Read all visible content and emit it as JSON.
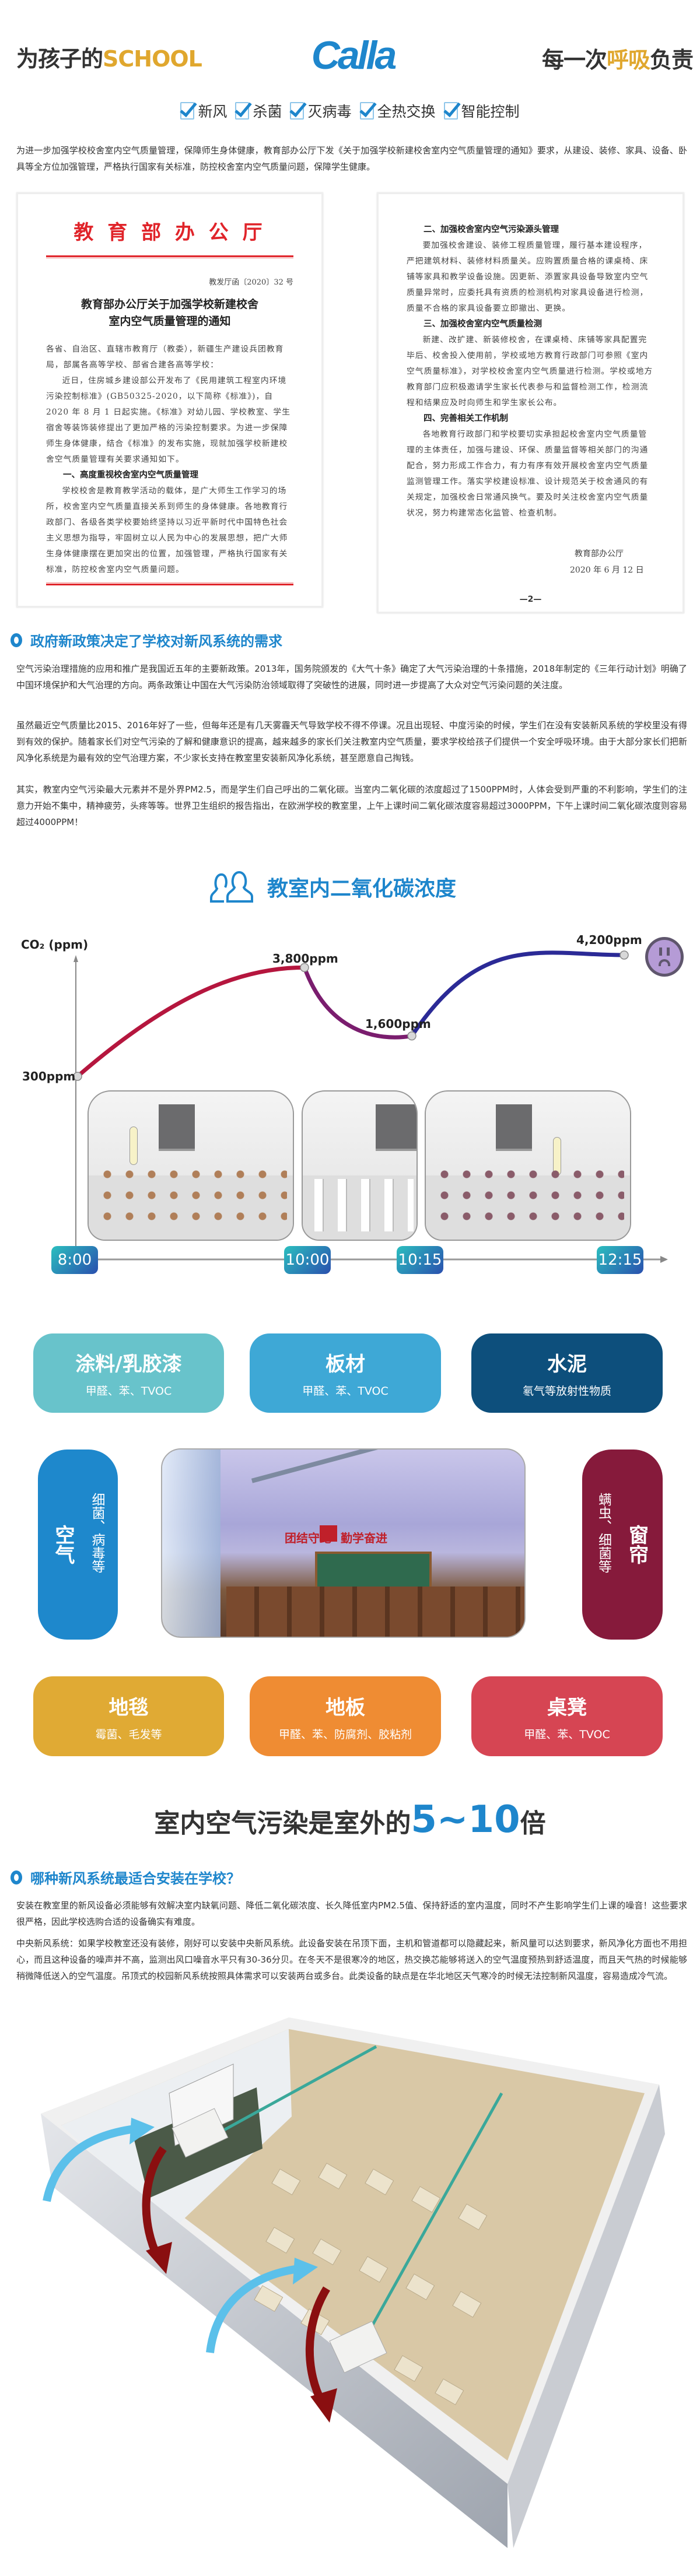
{
  "header": {
    "slogan_left_prefix": "为孩子的",
    "slogan_left_highlight": "SCHOOL",
    "logo": "Calla",
    "slogan_right_prefix": "每一次",
    "slogan_right_highlight": "呼吸",
    "slogan_right_suffix": "负责"
  },
  "features": [
    "新风",
    "杀菌",
    "灭病毒",
    "全热交换",
    "智能控制"
  ],
  "intro": "为进一步加强学校校舍室内空气质量管理，保障师生身体健康，教育部办公厅下发《关于加强学校新建校舍室内空气质量管理的通知》要求，从建设、装修、家具、设备、卧具等全方位加强管理，严格执行国家有关标准，防控校舍室内空气质量问题，保障学生健康。",
  "doc1": {
    "org": "教 育 部 办 公 厅",
    "number": "教发厅函〔2020〕32 号",
    "title1": "教育部办公厅关于加强学校新建校舍",
    "title2": "室内空气质量管理的通知",
    "addressee": "各省、自治区、直辖市教育厅（教委），新疆生产建设兵团教育局，部属各高等学校、部省合建各高等学校：",
    "p1": "近日，住房城乡建设部公开发布了《民用建筑工程室内环境污染控制标准》(GB50325-2020，以下简称《标准》)，自 2020 年 8 月 1 日起实施。《标准》对幼儿园、学校教室、学生宿舍等装饰装修提出了更加严格的污染控制要求。为进一步保障师生身体健康，结合《标准》的发布实施，现就加强学校新建校舍空气质量管理有关要求通知如下。",
    "h1": "一、高度重视校舍室内空气质量管理",
    "p2": "学校校舍是教育教学活动的载体，是广大师生工作学习的场所，校舍室内空气质量直接关系到师生的身体健康。各地教育行政部门、各级各类学校要始终坚持以习近平新时代中国特色社会主义思想为指导，牢固树立以人民为中心的发展思想，把广大师生身体健康摆在更加突出的位置，加强管理，严格执行国家有关标准，防控校舍室内空气质量问题。"
  },
  "doc2": {
    "h2": "二、加强校舍室内空气污染源头管理",
    "p3": "要加强校舍建设、装修工程质量管理，履行基本建设程序，严把建筑材料、装修材料质量关。应购置质量合格的课桌椅、床铺等家具和教学设备设施。因更新、添置家具设备导致室内空气质量异常时，应委托具有资质的检测机构对家具设备进行检测，质量不合格的家具设备要立即撤出、更换。",
    "h3": "三、加强校舍室内空气质量检测",
    "p4": "新建、改扩建、新装修校舍，在课桌椅、床铺等家具配置完毕后、校舍投入使用前，学校或地方教育行政部门可参照《室内空气质量标准》，对学校校舍室内空气质量进行检测。学校或地方教育部门应积极邀请学生家长代表参与和监督检测工作，检测流程和结果应及时向师生和学生家长公布。",
    "h4": "四、完善相关工作机制",
    "p5": "各地教育行政部门和学校要切实承担起校舍室内空气质量管理的主体责任，加强与建设、环保、质量监督等相关部门的沟通配合，努力形成工作合力，有力有序有效开展校舍室内空气质量监测管理工作。落实学校建设标准、设计规范关于校舍通风的有关规定，加强校舍日常通风换气。要及时关注校舍室内空气质量状况，努力构建常态化监管、检查机制。",
    "sign": "教育部办公厅",
    "date": "2020 年 6 月  12 日",
    "page": "—2—"
  },
  "section1": {
    "heading": "政府新政策决定了学校对新风系统的需求",
    "p1": "空气污染治理措施的应用和推广是我国近五年的主要新政策。2013年，国务院颁发的《大气十条》确定了大气污染治理的十条措施，2018年制定的《三年行动计划》明确了中国环境保护和大气治理的方向。两条政策让中国在大气污染防治领域取得了突破性的进展，同时进一步提高了大众对空气污染问题的关注度。",
    "p2": "虽然最近空气质量比2015、2016年好了一些，但每年还是有几天雾霾天气导致学校不得不停课。况且出现轻、中度污染的时候，学生们在没有安装新风系统的学校里没有得到有效的保护。随着家长们对空气污染的了解和健康意识的提高，越来越多的家长们关注教室内空气质量，要求学校给孩子们提供一个安全呼吸环境。由于大部分家长们把新风净化系统是为最有效的空气治理方案，不少家长支持在教室里安装新风净化系统，甚至愿意自己掏钱。",
    "p3": "其实，教室内空气污染最大元素并不是外界PM2.5，而是学生们自己呼出的二氧化碳。当室内二氧化碳的浓度超过了1500PPM时，人体会受到严重的不利影响，学生们的注意力开始不集中，精神疲劳，头疼等等。世界卫生组织的报告指出，在欧洲学校的教室里，上午上课时间二氧化碳浓度容易超过3000PPM，下午上课时间二氧化碳浓度则容易超过4000PPM！"
  },
  "chart_data": {
    "type": "line",
    "title": "教室内二氧化碳浓度",
    "ylabel": "CO₂ (ppm)",
    "xlabel": "",
    "categories": [
      "8:00",
      "10:00",
      "10:15",
      "12:15"
    ],
    "values": [
      300,
      3800,
      1600,
      4200
    ],
    "labels": [
      "300ppm",
      "3,800ppm",
      "1,600ppm",
      "4,200ppm"
    ],
    "ylim": [
      0,
      4500
    ],
    "colors": [
      "#e0141e",
      "#b5163e",
      "#7a1d6e",
      "#2b2a96"
    ],
    "end_marker": "sad-face"
  },
  "sources_top": [
    {
      "title": "涂料/乳胶漆",
      "sub": "甲醛、苯、TVOC",
      "color": "#68c3cb"
    },
    {
      "title": "板材",
      "sub": "甲醛、苯、TVOC",
      "color": "#3ea8d6"
    },
    {
      "title": "水泥",
      "sub": "氡气等放射性物质",
      "color": "#0d4f7c"
    }
  ],
  "sources_side": [
    {
      "title": "空气",
      "sub": "细菌、病毒等",
      "color": "#1e88cc"
    },
    {
      "title": "窗帘",
      "sub": "螨虫、细菌等",
      "color": "#861a3b"
    }
  ],
  "classroom_banner": {
    "left": "团结守纪",
    "right": "勤学奋进"
  },
  "sources_bottom": [
    {
      "title": "地毯",
      "sub": "霉菌、毛发等",
      "color": "#e0aa34"
    },
    {
      "title": "地板",
      "sub": "甲醛、苯、防腐剂、胶粘剂",
      "color": "#ef8c33"
    },
    {
      "title": "桌凳",
      "sub": "甲醛、苯、TVOC",
      "color": "#d64553"
    }
  ],
  "multiplier": {
    "prefix": "室内空气污染是室外的",
    "highlight": "5~10",
    "suffix": "倍"
  },
  "section2": {
    "heading": "哪种新风系统最适合安装在学校？",
    "p1": "安装在教室里的新风设备必须能够有效解决室内缺氧问题、降低二氧化碳浓度、长久降低室内PM2.5值、保持舒适的室内温度，同时不产生影响学生们上课的噪音！这些要求很严格，因此学校选购合适的设备确实有难度。",
    "p2": "中央新风系统：如果学校教室还没有装修，刚好可以安装中央新风系统。此设备安装在吊顶下面，主机和管道都可以隐藏起来，新风量可以达到要求，新风净化方面也不用担心，而且这种设备的噪声并不高，监测出风口噪音水平只有30-36分贝。在冬天不是很寒冷的地区，热交换芯能够将送入的空气温度预热到舒适温度，而且天气热的时候能够稍微降低送入的空气温度。吊顶式的校园新风系统按照具体需求可以安装两台或多台。此类设备的缺点是在华北地区天气寒冷的时候无法控制新风温度，容易造成冷气流。"
  }
}
